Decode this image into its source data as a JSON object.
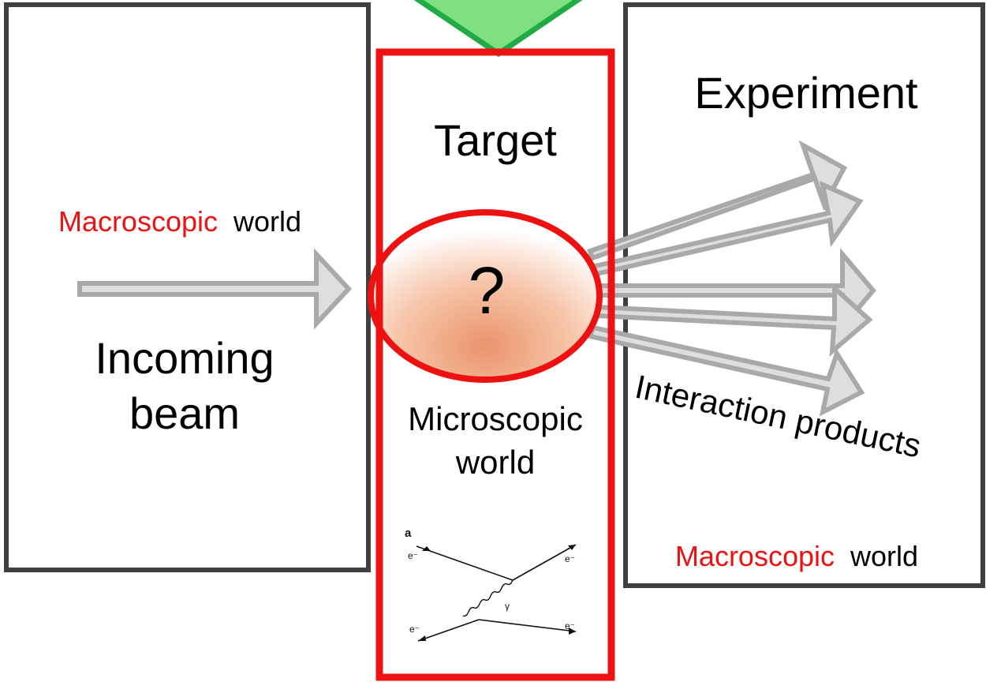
{
  "left_panel": {
    "macro_red": "Macroscopic",
    "macro_black": "world",
    "beam_line1": "Incoming",
    "beam_line2": "beam"
  },
  "center_panel": {
    "target": "Target",
    "question": "?",
    "micro_line1": "Microscopic",
    "micro_line2": "world",
    "feynman": {
      "panel_label": "a",
      "electron_label": "e⁻",
      "photon_label": "γ"
    }
  },
  "right_panel": {
    "experiment": "Experiment",
    "products": "Interaction products",
    "macro_red": "Macroscopic",
    "macro_black": "world"
  },
  "colors": {
    "accent_red": "#ee1111",
    "box_border": "#404040",
    "arrow_gray": "#dedede",
    "arrow_green": "#7fe07f"
  }
}
